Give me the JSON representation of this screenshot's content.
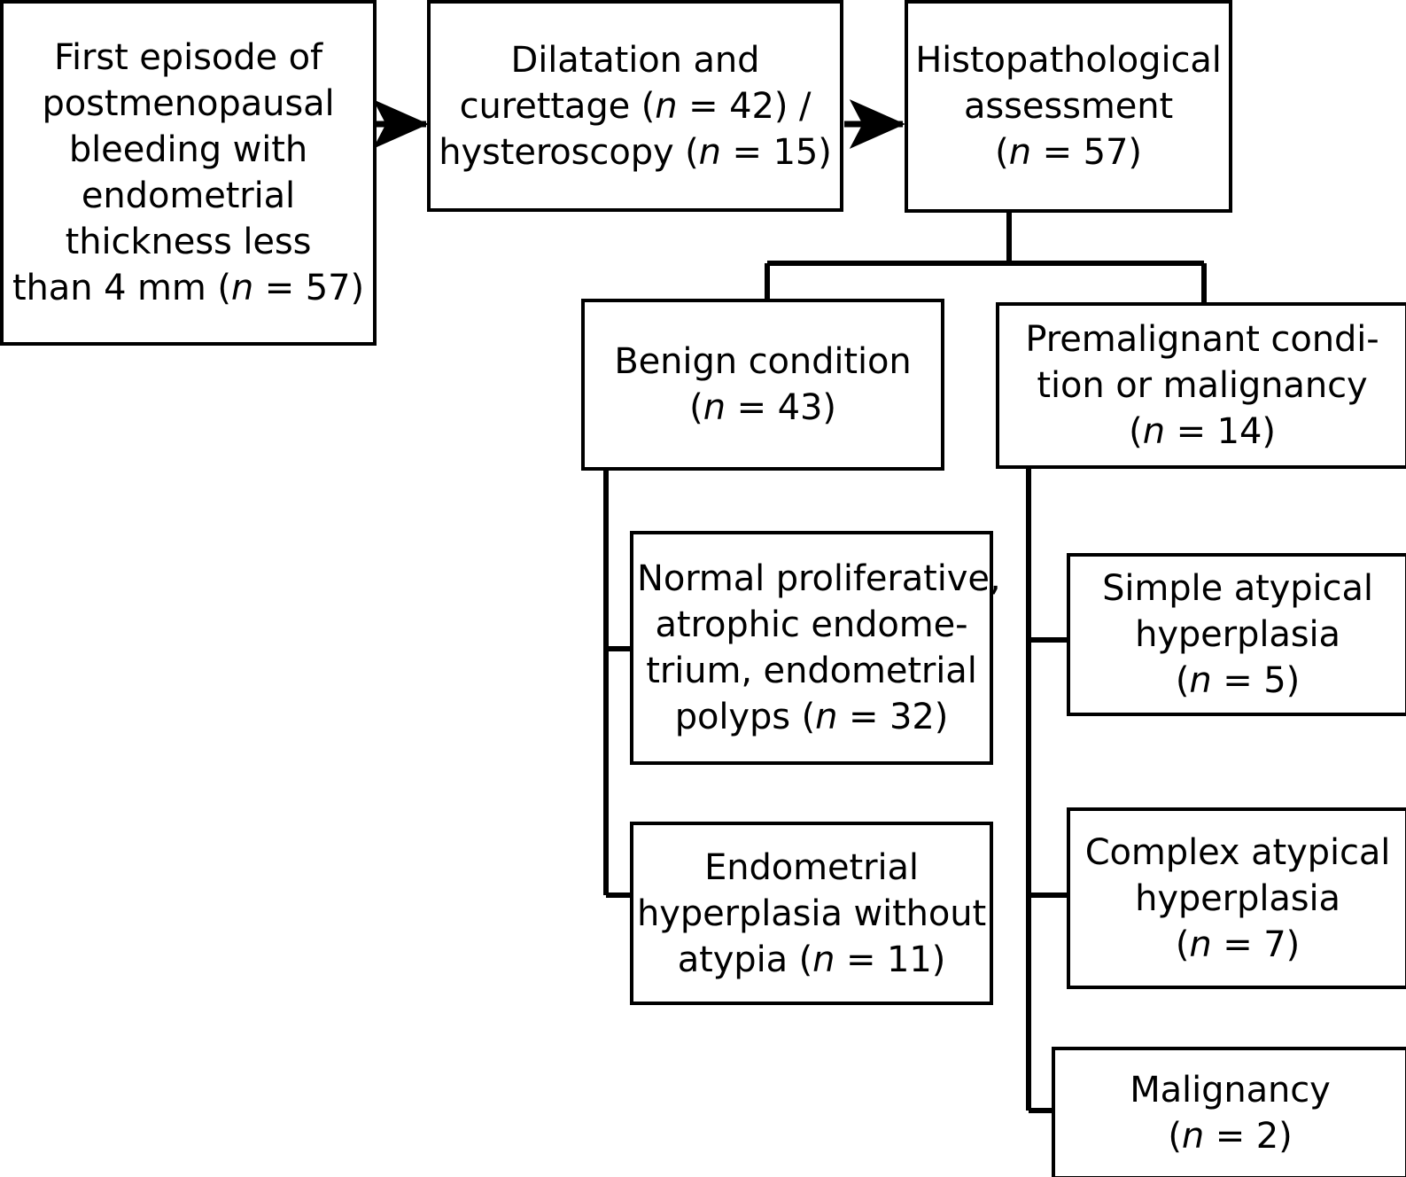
{
  "diagram": {
    "type": "flowchart",
    "title": "Patient flow: first episode of postmenopausal bleeding with endometrial thickness less than 4 mm",
    "line_color": "#000000",
    "box_fill": "#ffffff",
    "text_color": "#000000",
    "nodes": {
      "source": {
        "text": "First episode of\npostmenopausal\nbleeding with\nendometrial\nthickness less\nthan 4 mm (n = 57)",
        "n": 57
      },
      "procedure": {
        "text": "Dilatation and\ncurettage (n = 42) /\nhysteroscopy (n = 15)",
        "n_curettage": 42,
        "n_hysteroscopy": 15
      },
      "histopathology": {
        "text": "Histopathological\nassessment\n(n = 57)",
        "n": 57
      },
      "benign": {
        "text": "Benign condition\n(n = 43)",
        "n": 43
      },
      "premalignant": {
        "text": "Premalignant condi-\ntion or malignancy\n(n = 14)",
        "n": 14
      },
      "normal_atrophic_polyps": {
        "text": "Normal proliferative,\natrophic endome-\ntrium, endometrial\npolyps (n = 32)",
        "n": 32
      },
      "hyperplasia_without_atypia": {
        "text": "Endometrial\nhyperplasia without\natypia (n = 11)",
        "n": 11
      },
      "simple_atypical_hyperplasia": {
        "text": "Simple atypical\nhyperplasia\n(n = 5)",
        "n": 5
      },
      "complex_atypical_hyperplasia": {
        "text": "Complex atypical\nhyperplasia\n(n = 7)",
        "n": 7
      },
      "malignancy": {
        "text": "Malignancy\n(n = 2)",
        "n": 2
      }
    },
    "edges": [
      {
        "from": "source",
        "to": "procedure",
        "style": "arrow"
      },
      {
        "from": "procedure",
        "to": "histopathology",
        "style": "arrow"
      },
      {
        "from": "histopathology",
        "to": "benign",
        "style": "elbow"
      },
      {
        "from": "histopathology",
        "to": "premalignant",
        "style": "elbow"
      },
      {
        "from": "benign",
        "to": "normal_atrophic_polyps",
        "style": "elbow"
      },
      {
        "from": "benign",
        "to": "hyperplasia_without_atypia",
        "style": "elbow"
      },
      {
        "from": "premalignant",
        "to": "simple_atypical_hyperplasia",
        "style": "elbow"
      },
      {
        "from": "premalignant",
        "to": "complex_atypical_hyperplasia",
        "style": "elbow"
      },
      {
        "from": "premalignant",
        "to": "malignancy",
        "style": "elbow"
      }
    ]
  }
}
